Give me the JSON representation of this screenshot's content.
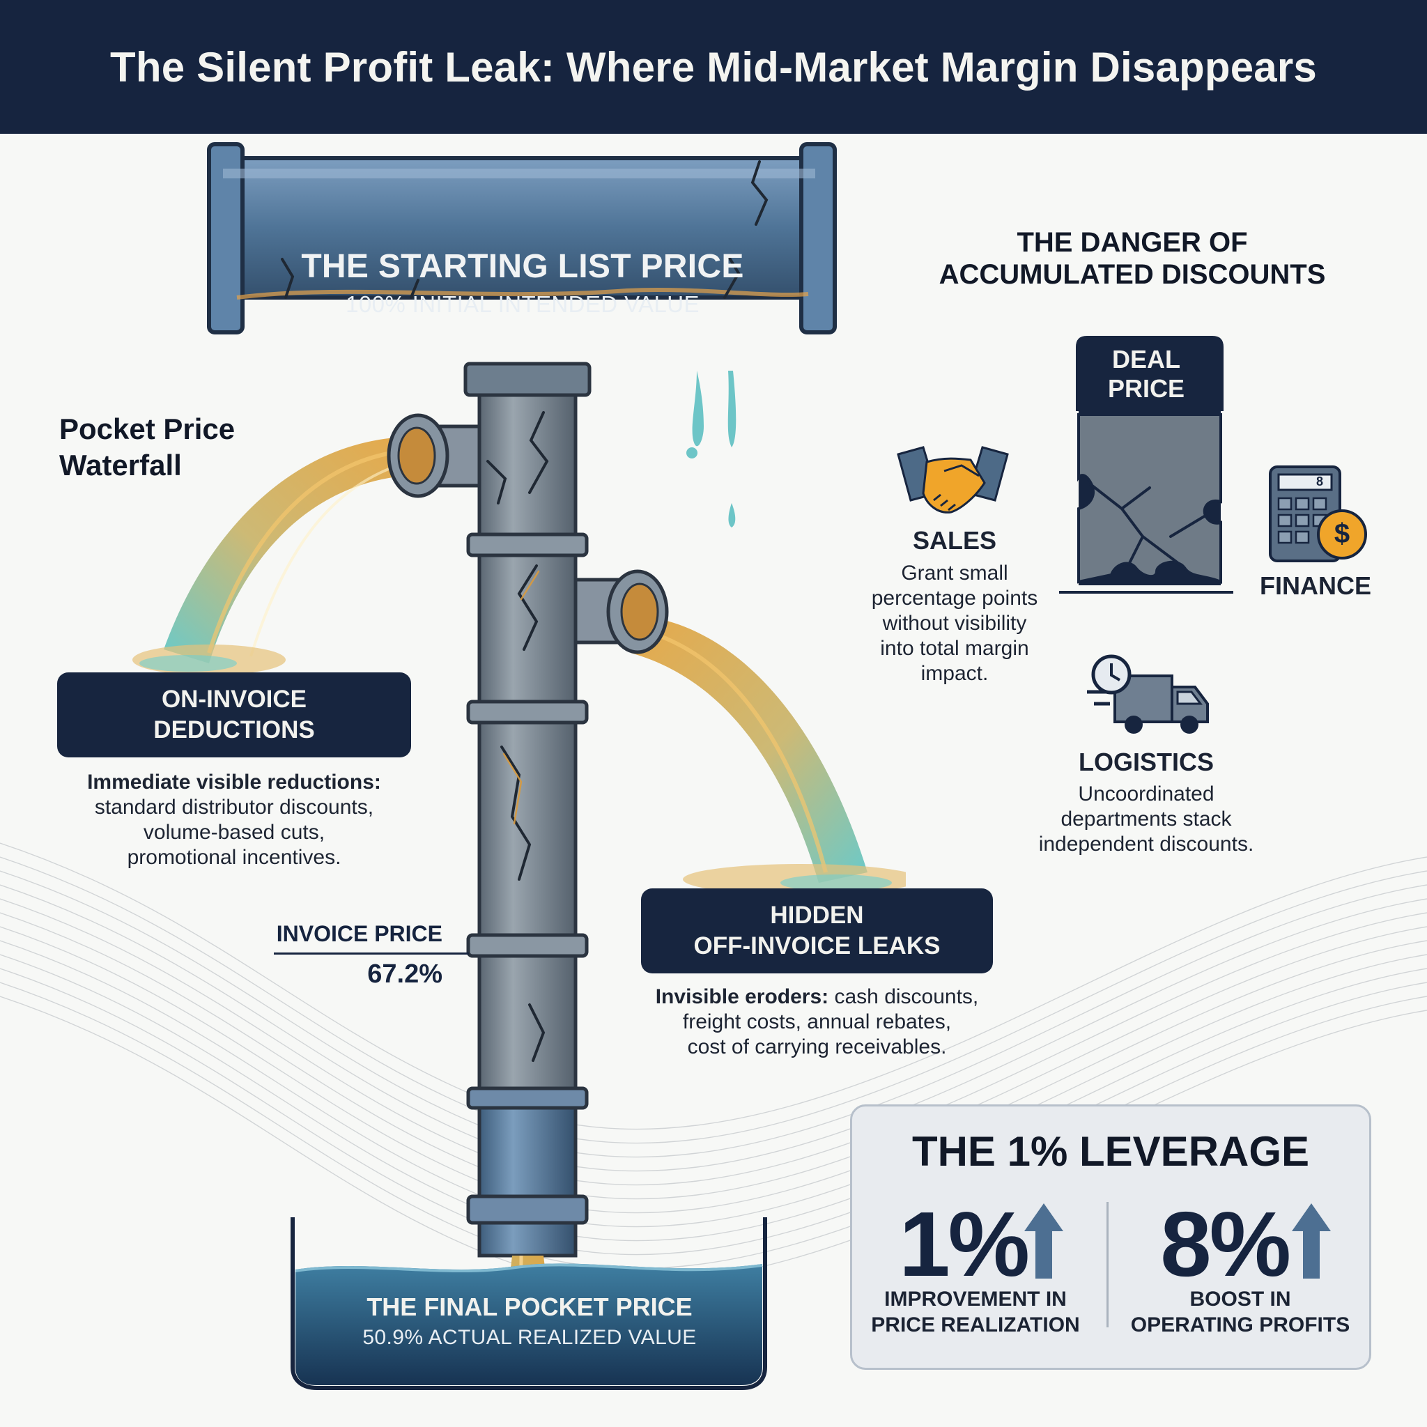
{
  "title": "The Silent Profit Leak: Where Mid-Market Margin Disappears",
  "waterfall_label": [
    "Pocket Price",
    "Waterfall"
  ],
  "list_price": {
    "title": "THE STARTING LIST PRICE",
    "subtitle": "100% INITIAL INTENDED VALUE"
  },
  "on_invoice": {
    "label": [
      "ON-INVOICE",
      "DEDUCTIONS"
    ],
    "desc_bold": "Immediate visible reductions:",
    "desc": [
      "standard distributor discounts,",
      "volume-based cuts,",
      "promotional incentives."
    ]
  },
  "invoice_price": {
    "label": "INVOICE PRICE",
    "value": "67.2%"
  },
  "off_invoice": {
    "label": [
      "HIDDEN",
      "OFF-INVOICE LEAKS"
    ],
    "desc_bold": "Invisible eroders:",
    "desc": [
      " cash discounts,",
      "freight costs, annual rebates,",
      "cost of carrying receivables."
    ]
  },
  "pocket_price": {
    "title": "THE FINAL POCKET PRICE",
    "subtitle": "50.9% ACTUAL REALIZED VALUE"
  },
  "danger": {
    "title": [
      "THE DANGER OF",
      "ACCUMULATED DISCOUNTS"
    ],
    "deal_price": [
      "DEAL",
      "PRICE"
    ],
    "calculator_display": "8",
    "sales": {
      "label": "SALES",
      "desc": [
        "Grant small",
        "percentage points",
        "without visibility",
        "into total margin",
        "impact."
      ]
    },
    "finance": {
      "label": "FINANCE"
    },
    "logistics": {
      "label": "LOGISTICS",
      "desc": [
        "Uncoordinated",
        "departments stack",
        "independent discounts."
      ]
    }
  },
  "leverage": {
    "title": "THE 1% LEVERAGE",
    "left": {
      "value": "1%",
      "caption": [
        "IMPROVEMENT IN",
        "PRICE REALIZATION"
      ]
    },
    "right": {
      "value": "8%",
      "caption": [
        "BOOST IN",
        "OPERATING PROFITS"
      ]
    }
  },
  "colors": {
    "navy": "#16243f",
    "pipe_blue": "#4e7396",
    "pipe_gray": "#76838f",
    "water_orange": "#e0a040",
    "water_teal": "#58c3c4",
    "accent_orange": "#f0a52a"
  }
}
